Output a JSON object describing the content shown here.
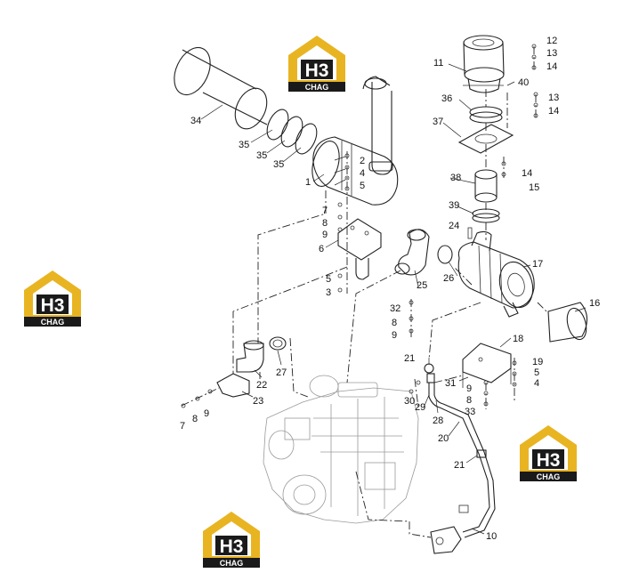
{
  "diagram": {
    "labels": [
      {
        "id": "p34",
        "text": "34"
      },
      {
        "id": "p35a",
        "text": "35"
      },
      {
        "id": "p35b",
        "text": "35"
      },
      {
        "id": "p35c",
        "text": "35"
      },
      {
        "id": "p1",
        "text": "1"
      },
      {
        "id": "p2",
        "text": "2"
      },
      {
        "id": "p4a",
        "text": "4"
      },
      {
        "id": "p5a",
        "text": "5"
      },
      {
        "id": "p7a",
        "text": "7"
      },
      {
        "id": "p8a",
        "text": "8"
      },
      {
        "id": "p9a",
        "text": "9"
      },
      {
        "id": "p6",
        "text": "6"
      },
      {
        "id": "p5b",
        "text": "5"
      },
      {
        "id": "p3",
        "text": "3"
      },
      {
        "id": "p11",
        "text": "11"
      },
      {
        "id": "p12",
        "text": "12"
      },
      {
        "id": "p13a",
        "text": "13"
      },
      {
        "id": "p14a",
        "text": "14"
      },
      {
        "id": "p40",
        "text": "40"
      },
      {
        "id": "p13b",
        "text": "13"
      },
      {
        "id": "p14b",
        "text": "14"
      },
      {
        "id": "p36",
        "text": "36"
      },
      {
        "id": "p37",
        "text": "37"
      },
      {
        "id": "p14c",
        "text": "14"
      },
      {
        "id": "p15",
        "text": "15"
      },
      {
        "id": "p38",
        "text": "38"
      },
      {
        "id": "p39",
        "text": "39"
      },
      {
        "id": "p24",
        "text": "24"
      },
      {
        "id": "p17",
        "text": "17"
      },
      {
        "id": "p26",
        "text": "26"
      },
      {
        "id": "p25",
        "text": "25"
      },
      {
        "id": "p16",
        "text": "16"
      },
      {
        "id": "p32",
        "text": "32"
      },
      {
        "id": "p8b",
        "text": "8"
      },
      {
        "id": "p9b",
        "text": "9"
      },
      {
        "id": "p18",
        "text": "18"
      },
      {
        "id": "p21a",
        "text": "21"
      },
      {
        "id": "p19",
        "text": "19"
      },
      {
        "id": "p5c",
        "text": "5"
      },
      {
        "id": "p4b",
        "text": "4"
      },
      {
        "id": "p31",
        "text": "31"
      },
      {
        "id": "p9c",
        "text": "9"
      },
      {
        "id": "p8c",
        "text": "8"
      },
      {
        "id": "p33",
        "text": "33"
      },
      {
        "id": "p30",
        "text": "30"
      },
      {
        "id": "p29",
        "text": "29"
      },
      {
        "id": "p28",
        "text": "28"
      },
      {
        "id": "p20",
        "text": "20"
      },
      {
        "id": "p21b",
        "text": "21"
      },
      {
        "id": "p10",
        "text": "10"
      },
      {
        "id": "p27",
        "text": "27"
      },
      {
        "id": "p22",
        "text": "22"
      },
      {
        "id": "p23",
        "text": "23"
      },
      {
        "id": "p7b",
        "text": "7"
      },
      {
        "id": "p8d",
        "text": "8"
      },
      {
        "id": "p9d",
        "text": "9"
      }
    ]
  },
  "watermark": {
    "letters": "H3",
    "brand": "CHAG",
    "colors": {
      "gold": "#e8b422",
      "dark": "#1a1a1a",
      "white": "#ffffff"
    }
  }
}
